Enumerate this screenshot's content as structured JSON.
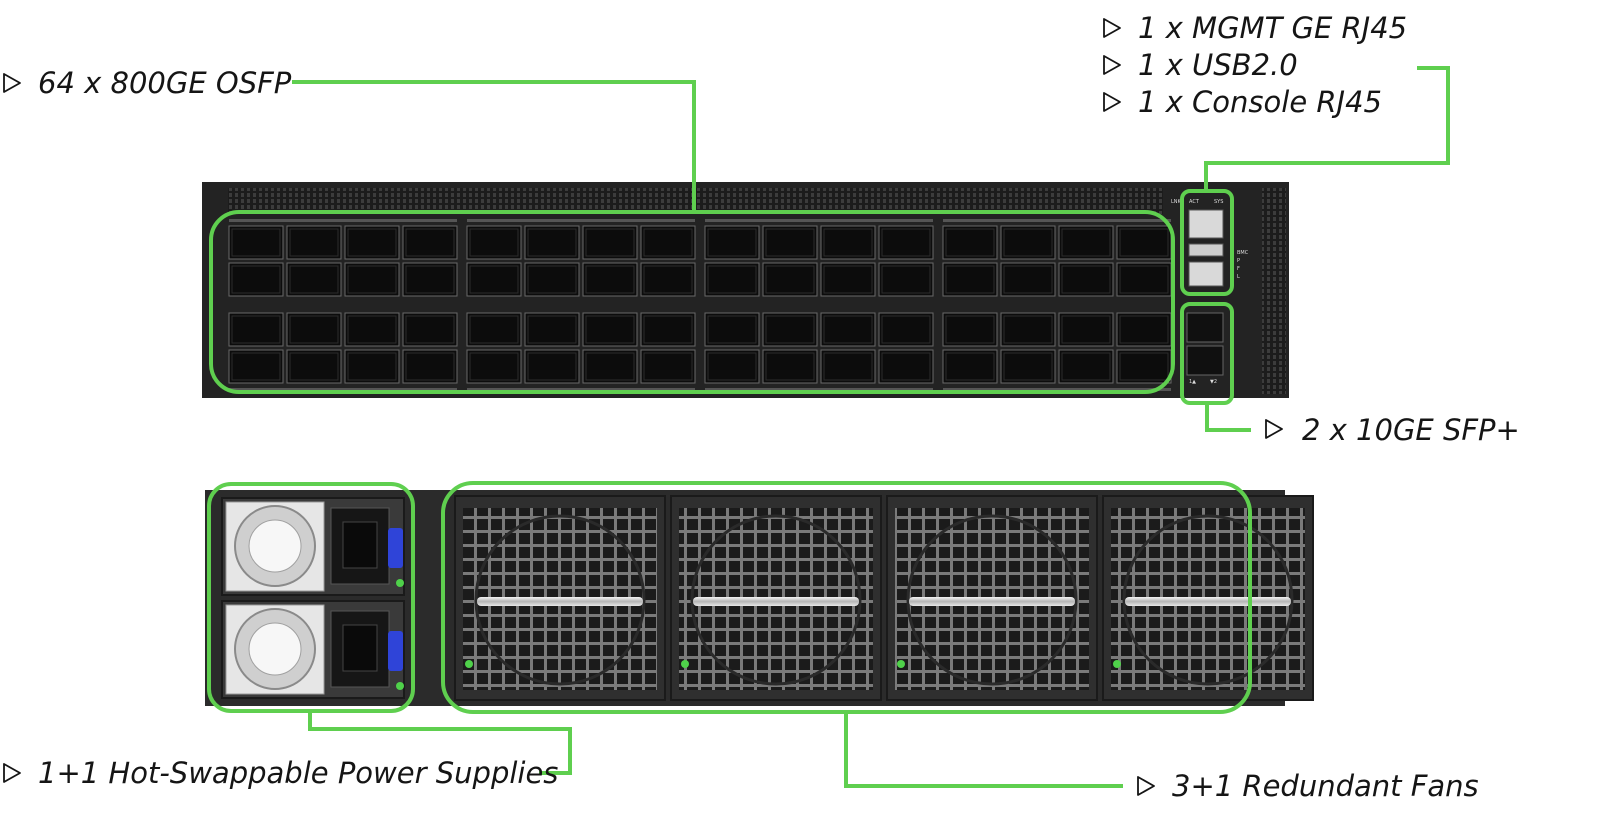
{
  "callouts": {
    "osfp": "64 x 800GE OSFP",
    "mgmt": [
      "1 x MGMT GE RJ45",
      "1 x USB2.0",
      "1 x Console RJ45"
    ],
    "sfp": "2 x 10GE SFP+",
    "psu": "1+1 Hot-Swappable Power Supplies",
    "fans": "3+1 Redundant Fans"
  },
  "front_panel": {
    "port_count": 64,
    "port_rows": 4,
    "port_groups": 4,
    "ports_per_group_row": 4,
    "mgmt_labels": [
      "LNK",
      "ACT",
      "SYS"
    ],
    "status_labels": [
      "BMC",
      "P",
      "F",
      "L"
    ],
    "sfp_labels": [
      "1▲",
      "▼2"
    ]
  },
  "rear_panel": {
    "psu_count": 2,
    "fan_count": 4
  },
  "colors": {
    "highlight": "#5fcf4f",
    "chassis": "#222222",
    "port_cage": "#0c0c0c",
    "text": "#151515",
    "led": "#4fd14a",
    "latch": "#2f44d8"
  }
}
